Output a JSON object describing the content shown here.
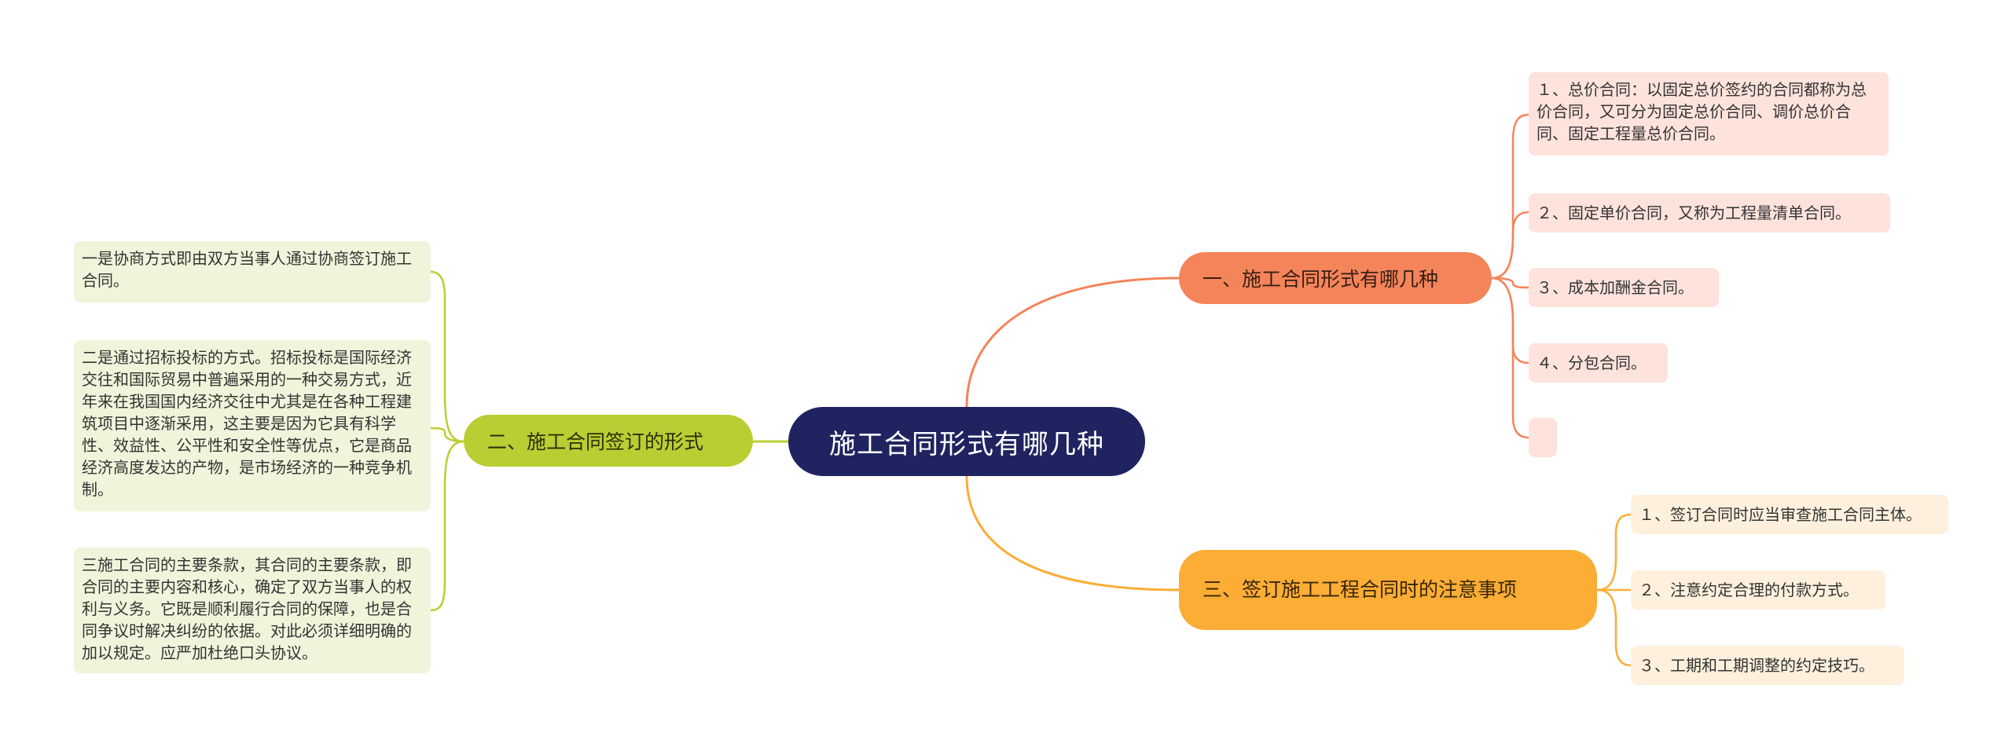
{
  "root": {
    "label": "施工合同形式有哪几种"
  },
  "branches": [
    {
      "label": "一、施工合同形式有哪几种",
      "color": "#f4845a",
      "children": [
        "１、总价合同：以固定总价签约的合同都称为总价合同，又可分为固定总价合同、调价总价合同、固定工程量总价合同。",
        "２、固定单价合同，又称为工程量清单合同。",
        "３、成本加酬金合同。",
        "４、分包合同。",
        ""
      ]
    },
    {
      "label": "二、施工合同签订的形式",
      "color": "#b9ce33",
      "children": [
        "一是协商方式即由双方当事人通过协商签订施工合同。",
        "二是通过招标投标的方式。招标投标是国际经济交往和国际贸易中普遍采用的一种交易方式，近年来在我国国内经济交往中尤其是在各种工程建筑项目中逐渐采用，这主要是因为它具有科学性、效益性、公平性和安全性等优点，它是商品经济高度发达的产物，是市场经济的一种竞争机制。",
        "三施工合同的主要条款，其合同的主要条款，即合同的主要内容和核心，确定了双方当事人的权利与义务。它既是顺利履行合同的保障，也是合同争议时解决纠纷的依据。对此必须详细明确的加以规定。应严加杜绝口头协议。"
      ]
    },
    {
      "label": "三、签订施工工程合同时的注意事项",
      "color": "#fbad36",
      "children": [
        "１、签订合同时应当审查施工合同主体。",
        "２、注意约定合理的付款方式。",
        "３、工期和工期调整的约定技巧。"
      ]
    }
  ]
}
